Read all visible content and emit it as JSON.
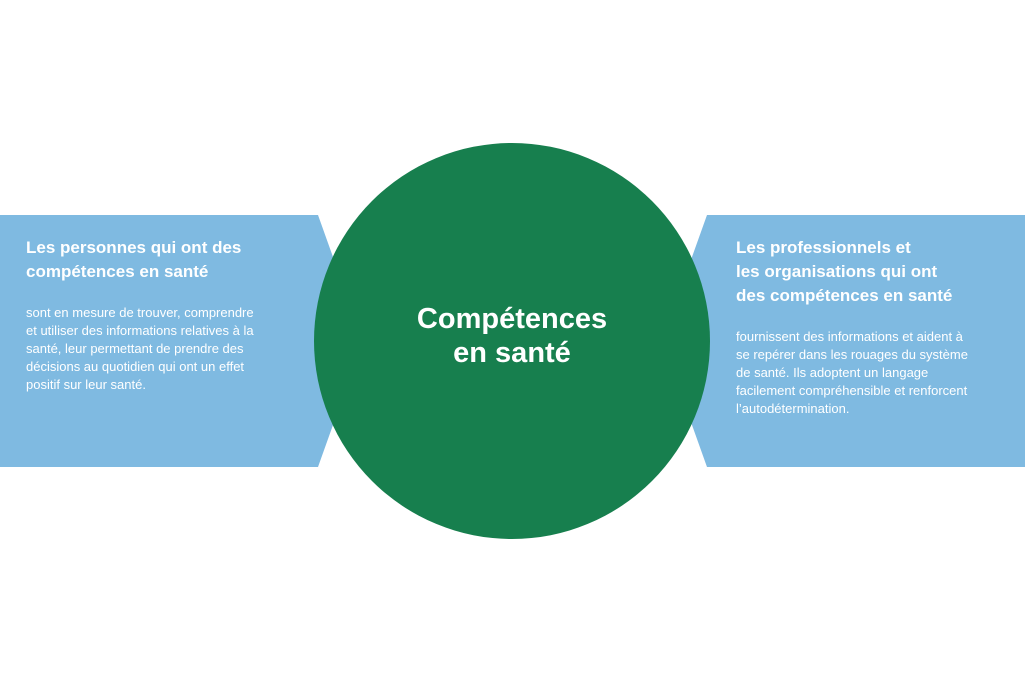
{
  "colors": {
    "panel_fill": "#7fbae1",
    "circle_fill": "#177f4e",
    "text": "#ffffff",
    "background": "#ffffff"
  },
  "center": {
    "title": "Compétences\nen santé"
  },
  "left_panel": {
    "title": "Les personnes qui ont des\ncompétences en santé",
    "body": "sont en mesure de trouver, comprendre\net utiliser des informations relatives à la\nsanté, leur permettant de prendre des\ndécisions au quotidien qui ont un effet\npositif sur leur santé."
  },
  "right_panel": {
    "title": "Les professionnels et\nles organisations qui ont\ndes compétences en santé",
    "body": "fournissent des informations et aident à\nse repérer dans les rouages du système\nde santé. Ils adoptent un langage\nfacilement compréhensible et renforcent\nl’autodétermination."
  }
}
